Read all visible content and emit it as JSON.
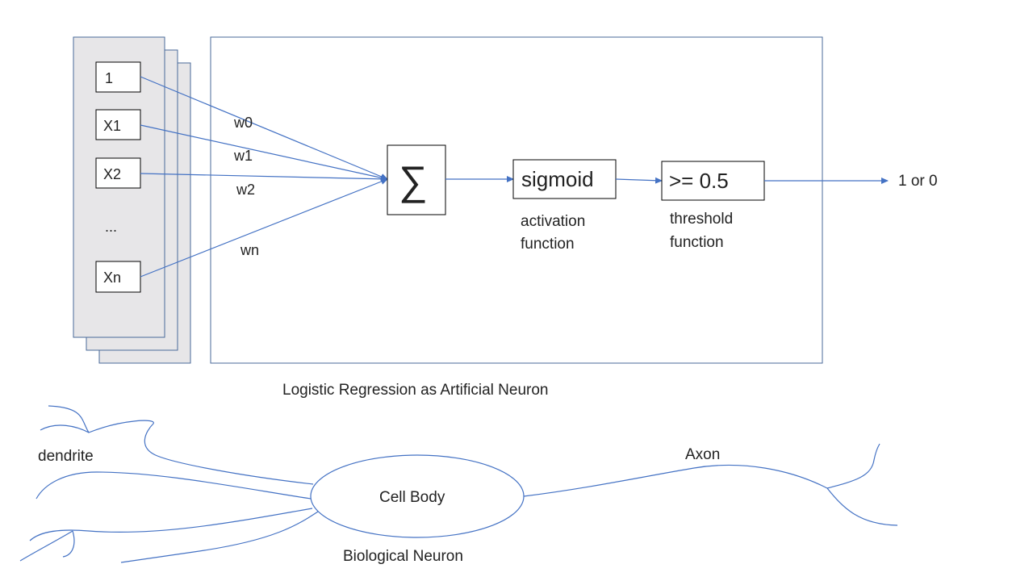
{
  "diagram": {
    "inputs": [
      "1",
      "X1",
      "X2",
      "...",
      "Xn"
    ],
    "weights": [
      "w0",
      "w1",
      "w2",
      "wn"
    ],
    "sum_symbol": "∑",
    "activation_box": "sigmoid",
    "activation_caption": [
      "activation",
      "function"
    ],
    "threshold_box": ">= 0.5",
    "threshold_caption": [
      "threshold",
      "function"
    ],
    "output": "1 or 0",
    "artificial_title": "Logistic Regression as Artificial Neuron"
  },
  "biological": {
    "dendrite": "dendrite",
    "cell_body": "Cell Body",
    "axon": "Axon",
    "title": "Biological Neuron"
  },
  "colors": {
    "line": "#4472c4",
    "stack_fill": "#e7e6e8",
    "box_border": "#000000",
    "stack_border": "#4a6a9a"
  }
}
